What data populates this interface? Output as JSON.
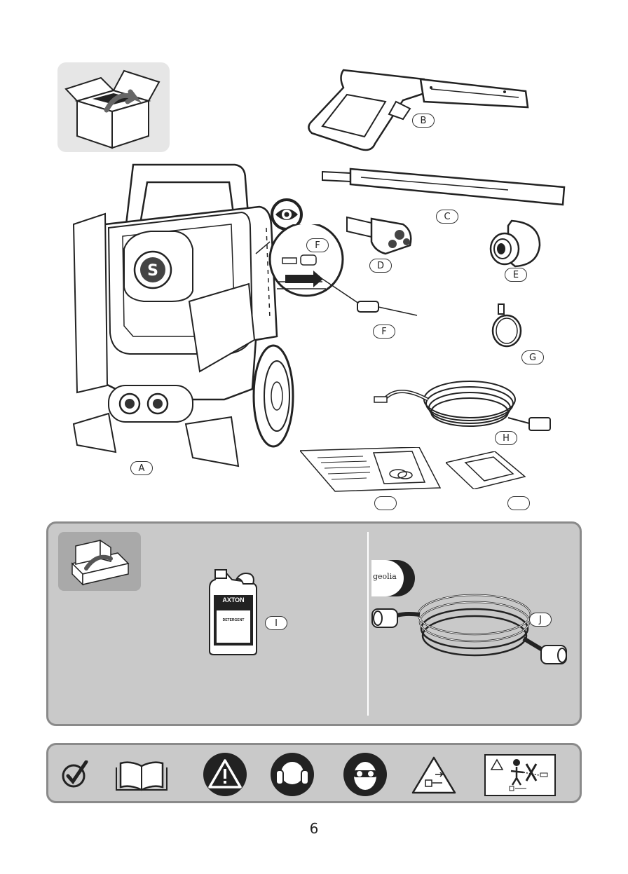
{
  "parts": {
    "a": "A",
    "b": "B",
    "c": "C",
    "d": "D",
    "e": "E",
    "f_detail": "F",
    "f": "F",
    "g": "G",
    "h": "H",
    "blank1": "",
    "blank2": ""
  },
  "optional": {
    "detergent_brand": "AXTON",
    "detergent_label": "DETERGENT",
    "i": "I",
    "geolia_logo": "geolia",
    "j": "J"
  },
  "manual_text": "MANUAL",
  "page_number": "6",
  "icons": [
    "check-icon",
    "open-book-icon",
    "warning-icon",
    "ear-protection-icon",
    "eye-protection-icon",
    "electrical-hazard-icon",
    "no-spray-person-icon"
  ]
}
